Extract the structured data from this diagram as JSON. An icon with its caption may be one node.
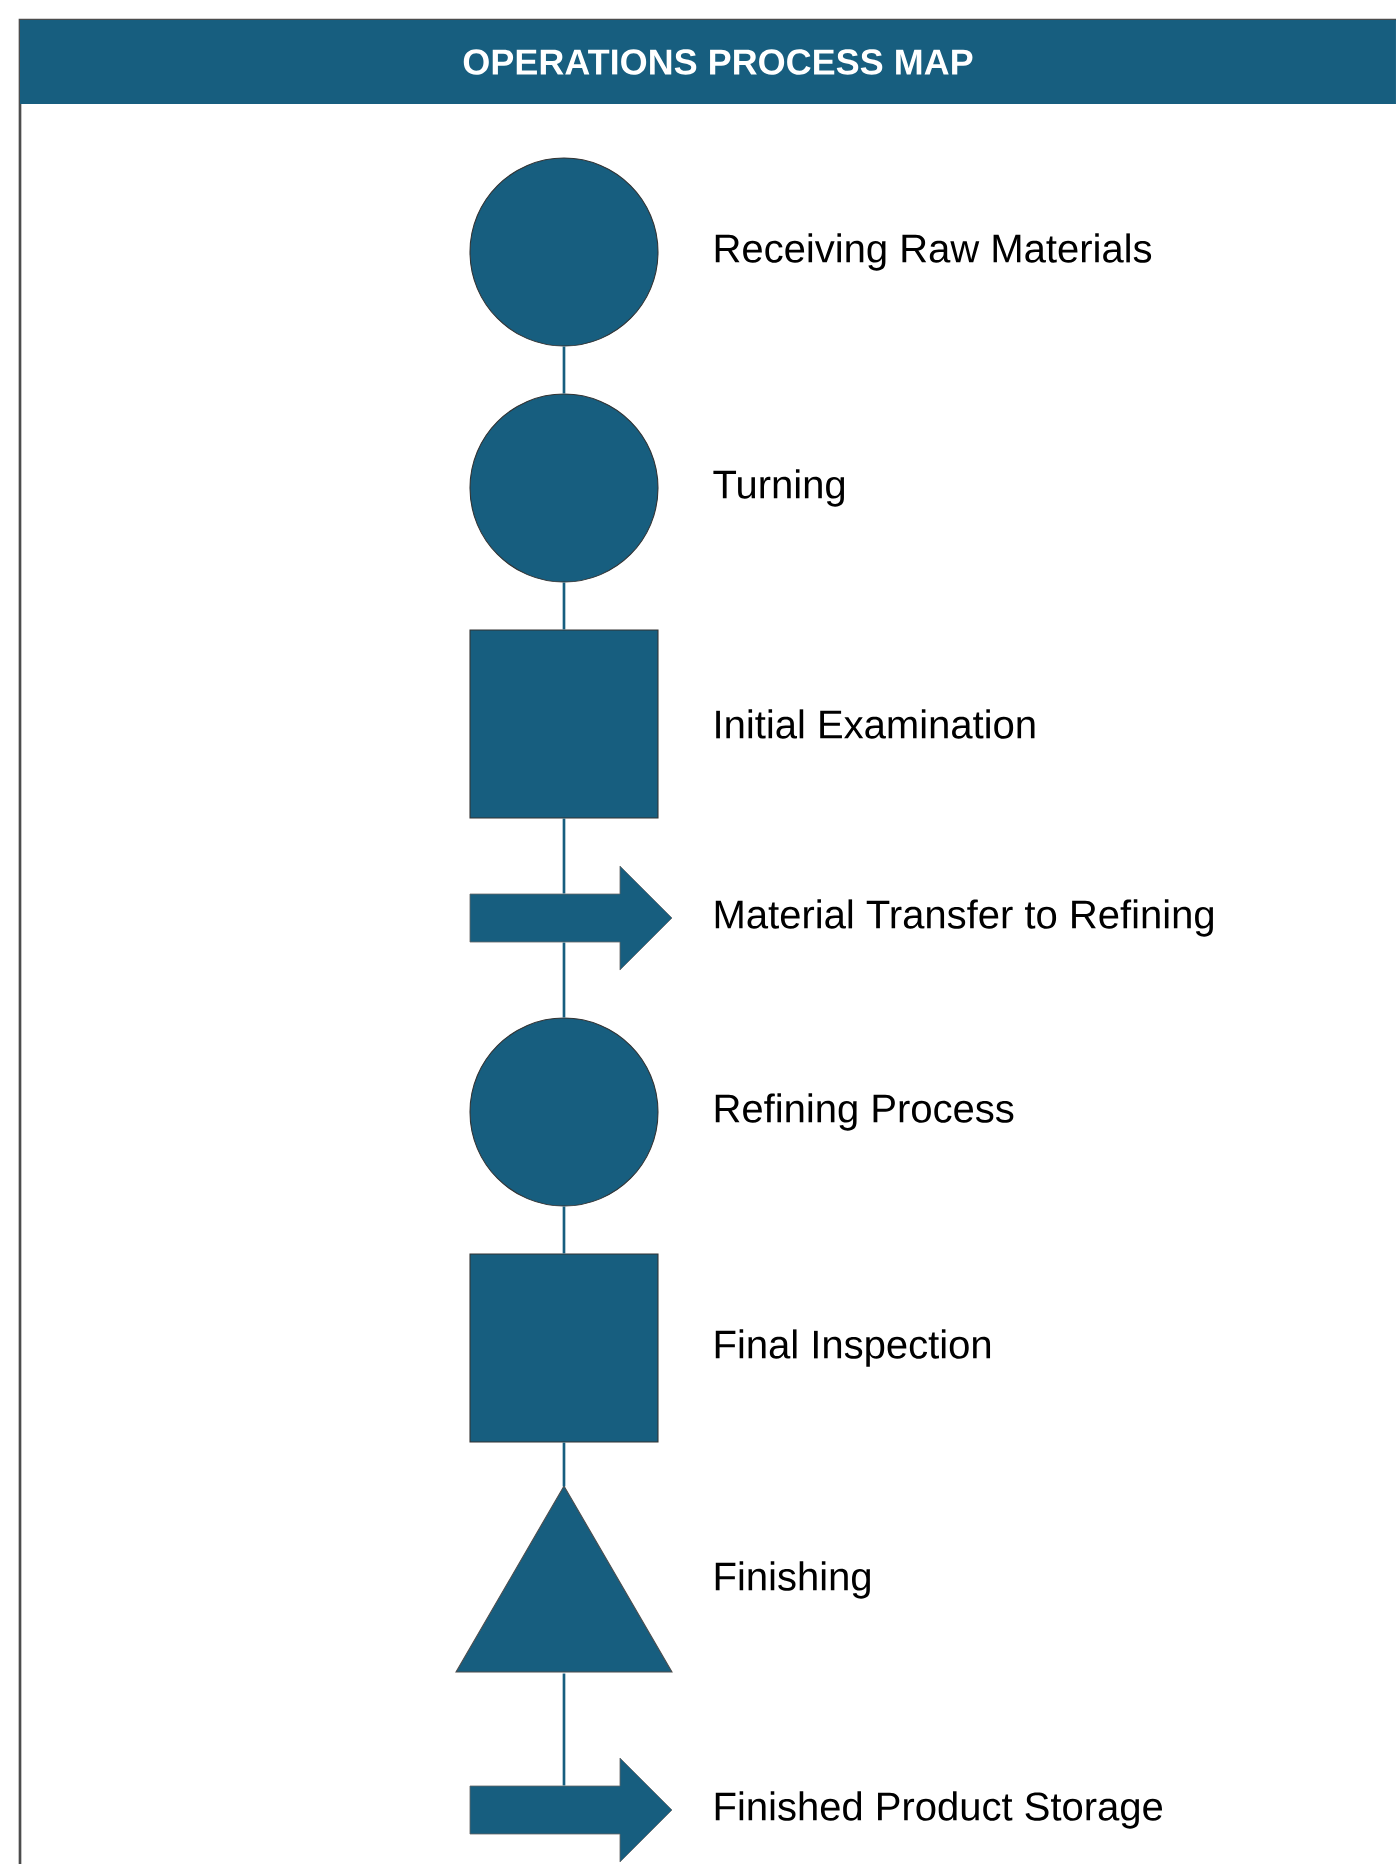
{
  "diagram": {
    "title": "OPERATIONS PROCESS MAP",
    "nodes": [
      {
        "text": [],
        "shape": "circle",
        "beside": [
          "Receiving Raw Materials"
        ]
      },
      {
        "text": [],
        "shape": "circle",
        "beside": [
          "Turning"
        ]
      },
      {
        "text": [],
        "shape": "box",
        "beside": [
          "Initial Examination"
        ]
      },
      {
        "text": [],
        "shape": "arrow",
        "beside": [
          "Material Transfer to Refining"
        ]
      },
      {
        "text": [],
        "shape": "circle",
        "beside": [
          "Refining Process"
        ]
      },
      {
        "text": [],
        "shape": "box",
        "beside": [
          "Final Inspection"
        ]
      },
      {
        "text": [],
        "shape": "triangle",
        "beside": [
          "Finishing"
        ]
      },
      {
        "text": [],
        "shape": "arrow",
        "beside": [
          "Finished Product Storage"
        ]
      }
    ],
    "edges": [
      {
        "from": 0,
        "to": 1,
        "arrow": "none"
      },
      {
        "from": 1,
        "to": 2,
        "arrow": "none"
      },
      {
        "from": 2,
        "to": 3,
        "arrow": "none"
      },
      {
        "from": 3,
        "to": 4,
        "arrow": "none"
      },
      {
        "from": 4,
        "to": 5,
        "arrow": "none"
      },
      {
        "from": 5,
        "to": 6,
        "arrow": "none"
      },
      {
        "from": 6,
        "to": 7,
        "arrow": "none"
      }
    ]
  }
}
